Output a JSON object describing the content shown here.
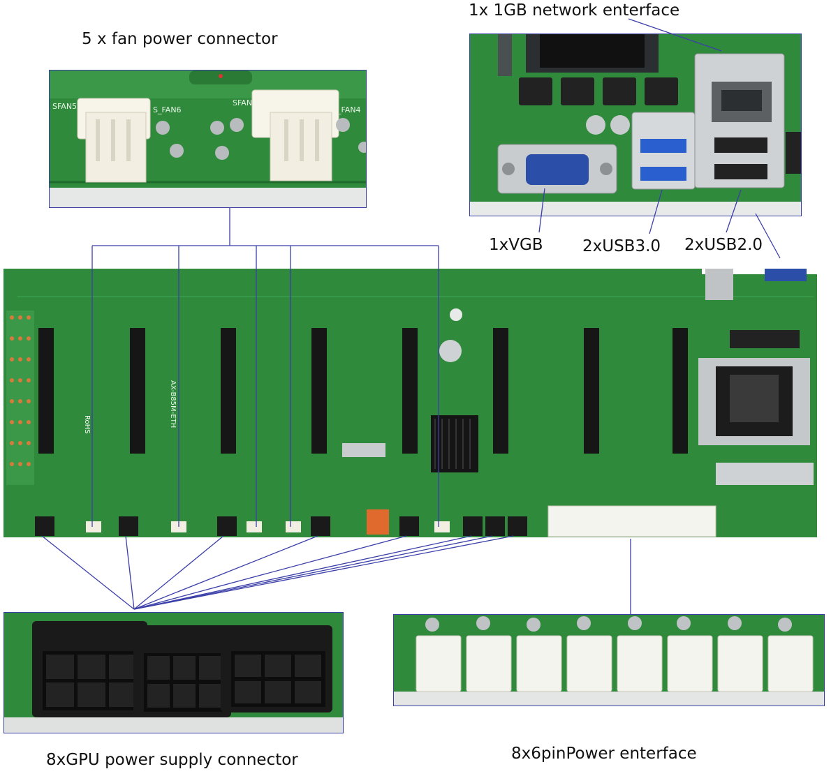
{
  "labels": {
    "fan_power": "5 x fan power connector",
    "network": "1x 1GB network enterface",
    "vga": "1xVGB",
    "usb3": "2xUSB3.0",
    "usb2": "2xUSB2.0",
    "gpu_power": "8xGPU power supply connector",
    "six_pin_power": "8x6pinPower enterface"
  },
  "board_silkscreen": {
    "model": "AX-B85M-ETH",
    "rohs": "RoHS",
    "fan_a": "SFAN5",
    "fan_b": "S_FAN6",
    "fan_c": "SFAN3",
    "fan_d": "S_FAN4"
  },
  "colors": {
    "pcb_green": "#2f8a3c",
    "pcb_dark": "#1f6b2c",
    "leader_line": "#3b3fa8",
    "connector_white": "#f4f4ee",
    "connector_black": "#1a1a1a"
  }
}
